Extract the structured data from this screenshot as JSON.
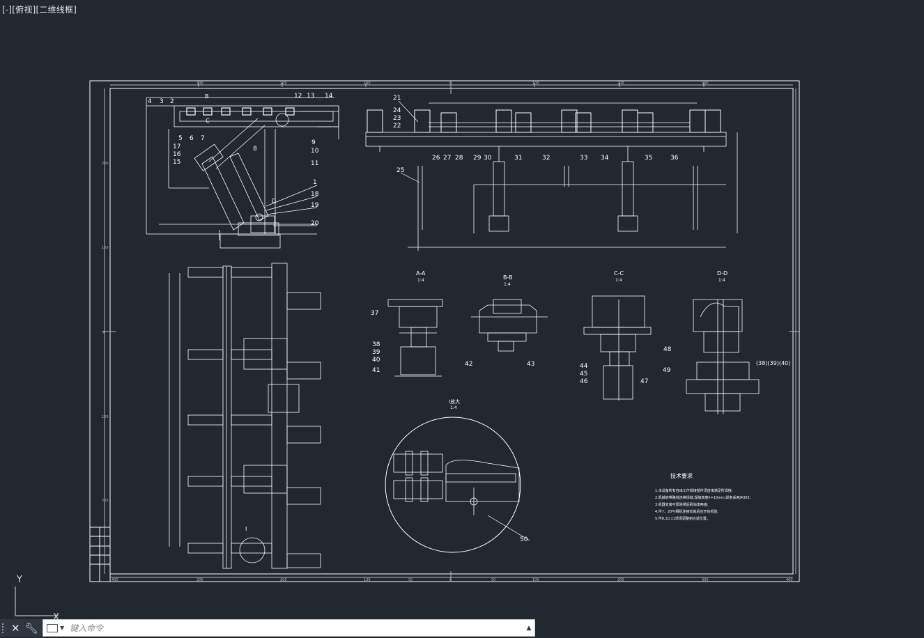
{
  "viewport": {
    "minus": "[-]",
    "view": "[俯视]",
    "style": "[二维线框]"
  },
  "drawing": {
    "top_ruler": [
      "300",
      "200",
      "100",
      "0",
      "100",
      "200",
      "300"
    ],
    "bottom_ruler": [
      "400",
      "300",
      "200",
      "100",
      "50",
      "0",
      "50",
      "100",
      "200",
      "300",
      "400"
    ],
    "left_ruler": [
      "200",
      "100",
      "0",
      "100",
      "200"
    ],
    "part_numbers": [
      "1",
      "2",
      "3",
      "4",
      "5",
      "6",
      "7",
      "8",
      "9",
      "10",
      "11",
      "12",
      "13",
      "14",
      "15",
      "16",
      "17",
      "18",
      "19",
      "20",
      "21",
      "22",
      "23",
      "24",
      "25",
      "26",
      "27",
      "28",
      "29",
      "30",
      "31",
      "32",
      "33",
      "34",
      "35",
      "36",
      "37",
      "38",
      "39",
      "40",
      "41",
      "42",
      "43",
      "44",
      "45",
      "46",
      "47",
      "48",
      "49",
      "50"
    ],
    "section_titles": [
      "A-A",
      "B-B",
      "C-C",
      "D-D"
    ],
    "section_scale": "1:4",
    "detail_title": "I放大",
    "detail_scale": "1:4",
    "view_labels": [
      "B",
      "C",
      "D",
      "I"
    ],
    "extra_label": "(38)(39)(40)",
    "tech_title": "技术要求",
    "tech_notes": [
      "1.本设备所有自由工作焊接部件须直接满足所焊接;",
      "2.机械转带路线连续焊缝,焊缝高度h=10mm,焊条采用J4303;",
      "3.机器安装可靠除锈后刷油漆两遍;",
      "4.件7、20与相机连接安装后应开始检验;",
      "5.件8,10,11现场调整到合适位置。"
    ]
  },
  "command": {
    "placeholder": "键入命令"
  },
  "ucs": {
    "x": "X",
    "y": "Y"
  }
}
